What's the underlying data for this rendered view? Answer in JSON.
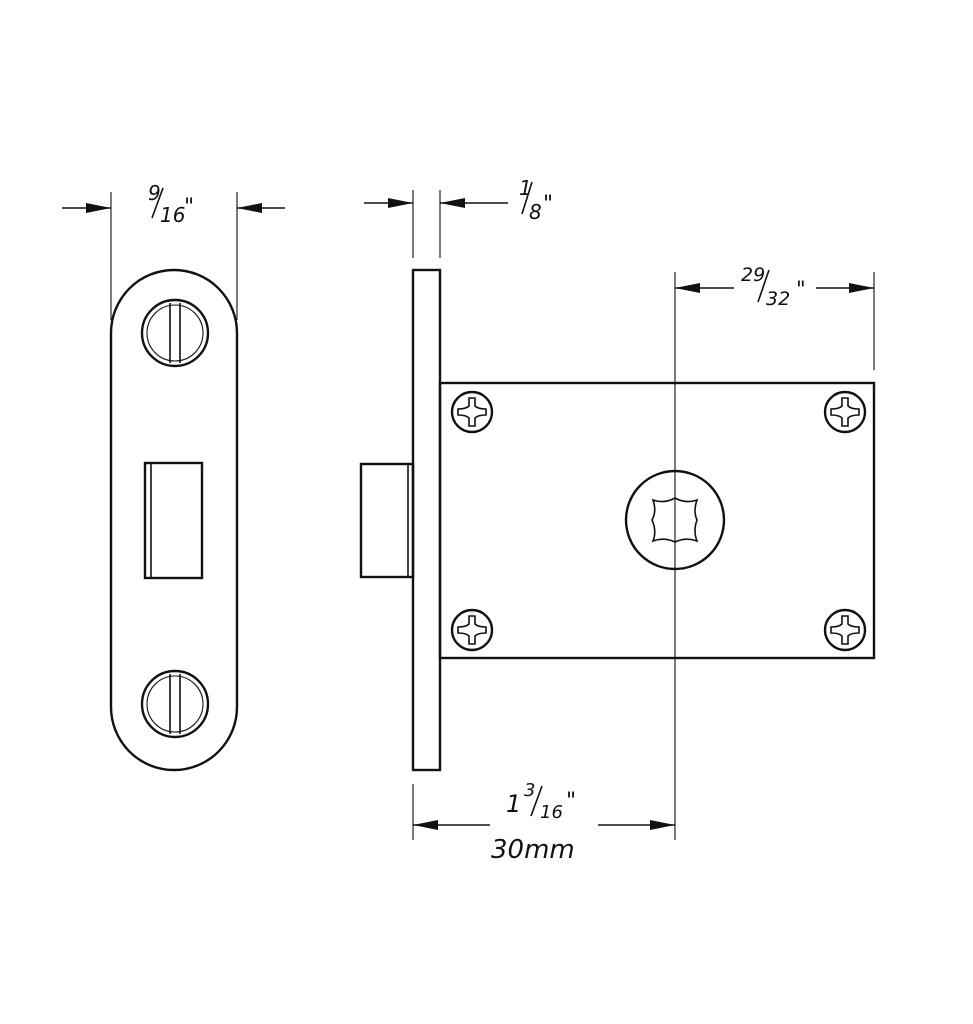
{
  "dimensions": {
    "faceplate_width": {
      "num": "9",
      "den": "16",
      "unit": "\""
    },
    "faceplate_thickness": {
      "num": "1",
      "den": "8",
      "unit": "\""
    },
    "backset_to_edge": {
      "num": "29",
      "den": "32",
      "unit": "\""
    },
    "backset": {
      "whole": "1",
      "num": "3",
      "den": "16",
      "unit": "\"",
      "metric": "30mm"
    }
  }
}
